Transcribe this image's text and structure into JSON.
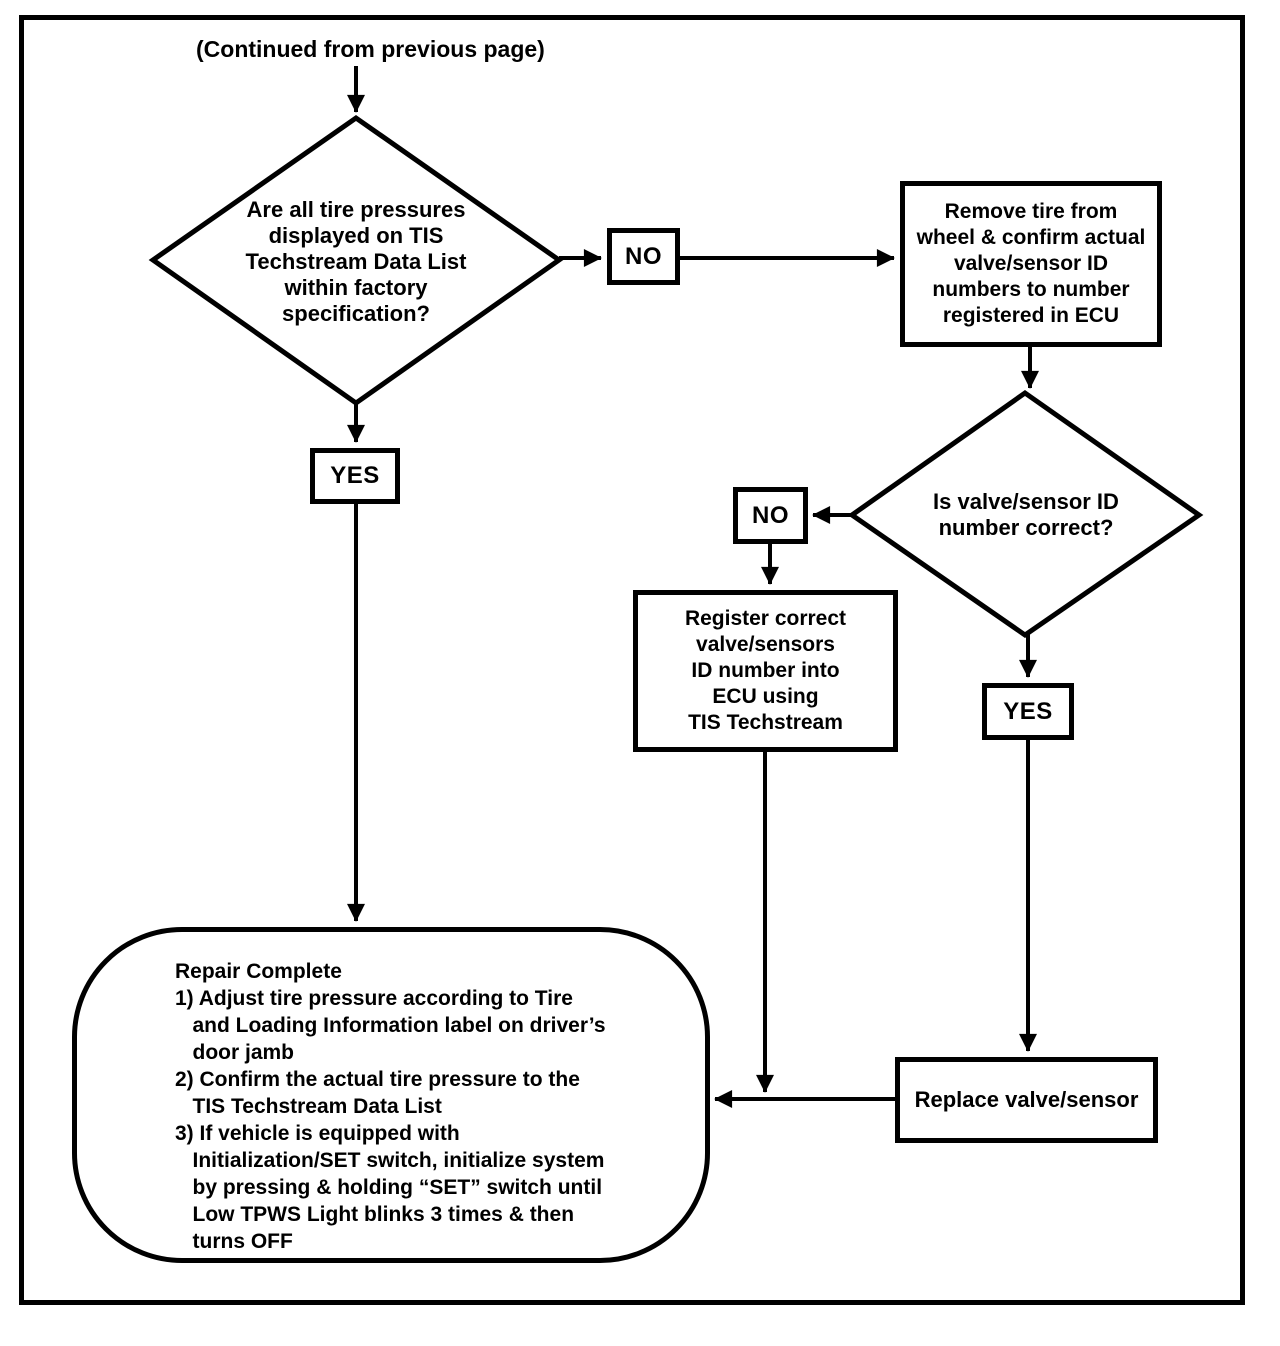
{
  "title": "(Continued from previous page)",
  "colors": {
    "line": "#000000",
    "background": "#ffffff"
  },
  "nodes": {
    "q_tire_pressure": {
      "type": "decision",
      "label": "Are all tire pressures\ndisplayed on TIS\nTechstream Data List\nwithin factory\nspecification?"
    },
    "no1": {
      "type": "connector-label",
      "label": "NO"
    },
    "yes1": {
      "type": "connector-label",
      "label": "YES"
    },
    "remove_tire": {
      "type": "process",
      "label": "Remove tire from\nwheel & confirm actual\nvalve/sensor ID\nnumbers to number\nregistered in ECU"
    },
    "q_valve_id": {
      "type": "decision",
      "label": "Is valve/sensor ID\nnumber correct?"
    },
    "no2": {
      "type": "connector-label",
      "label": "NO"
    },
    "yes2": {
      "type": "connector-label",
      "label": "YES"
    },
    "register_id": {
      "type": "process",
      "label": "Register correct\nvalve/sensors\nID number into\nECU using\nTIS Techstream"
    },
    "replace_valve": {
      "type": "process",
      "label": "Replace valve/sensor"
    },
    "repair_complete": {
      "type": "terminal",
      "label": "Repair Complete\n1) Adjust tire pressure according to Tire\n   and Loading Information label on driver’s\n   door jamb\n2) Confirm the actual tire pressure to the\n   TIS Techstream Data List\n3) If vehicle is equipped with\n   Initialization/SET switch, initialize system\n   by pressing & holding “SET” switch until\n   Low TPWS Light blinks 3 times & then\n   turns OFF"
    }
  }
}
